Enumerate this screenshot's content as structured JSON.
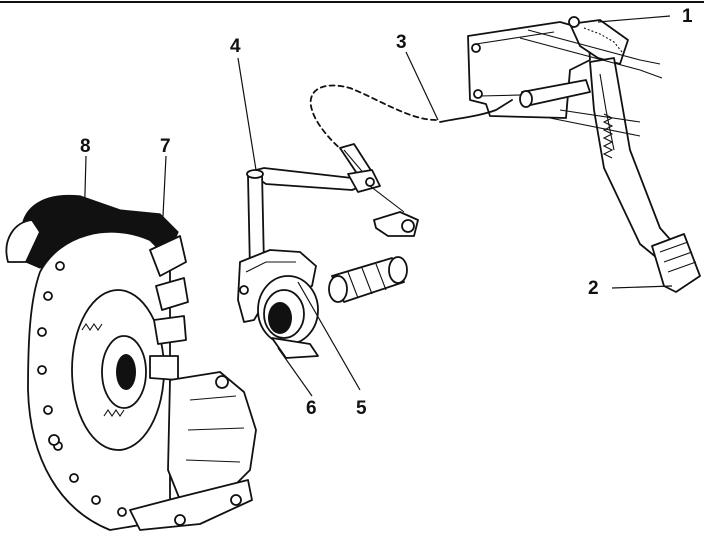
{
  "figure": {
    "description_free": true,
    "callouts": [
      {
        "id": "1",
        "label": "1"
      },
      {
        "id": "2",
        "label": "2"
      },
      {
        "id": "3",
        "label": "3"
      },
      {
        "id": "4",
        "label": "4"
      },
      {
        "id": "5",
        "label": "5"
      },
      {
        "id": "6",
        "label": "6"
      },
      {
        "id": "7",
        "label": "7"
      },
      {
        "id": "8",
        "label": "8"
      }
    ]
  }
}
